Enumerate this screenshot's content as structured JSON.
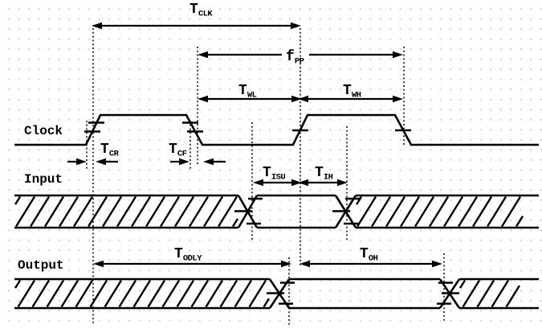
{
  "diagram": {
    "type": "timing-diagram",
    "colors": {
      "line": "#000000",
      "background": "#ffffff",
      "grid_dot": "#d9d9dc"
    },
    "signals": [
      {
        "name": "Clock"
      },
      {
        "name": "Input"
      },
      {
        "name": "Output"
      }
    ],
    "timing_labels": {
      "tclk": {
        "main": "T",
        "sub": "CLK"
      },
      "fpp": {
        "main": "f",
        "sub": "PP"
      },
      "twl": {
        "main": "T",
        "sub": "WL"
      },
      "twh": {
        "main": "T",
        "sub": "WH"
      },
      "tcr": {
        "main": "T",
        "sub": "CR"
      },
      "tcf": {
        "main": "T",
        "sub": "CF"
      },
      "tisu": {
        "main": "T",
        "sub": "ISU"
      },
      "tih": {
        "main": "T",
        "sub": "IH"
      },
      "todly": {
        "main": "T",
        "sub": "ODLY"
      },
      "toh": {
        "main": "T",
        "sub": "OH"
      }
    }
  }
}
